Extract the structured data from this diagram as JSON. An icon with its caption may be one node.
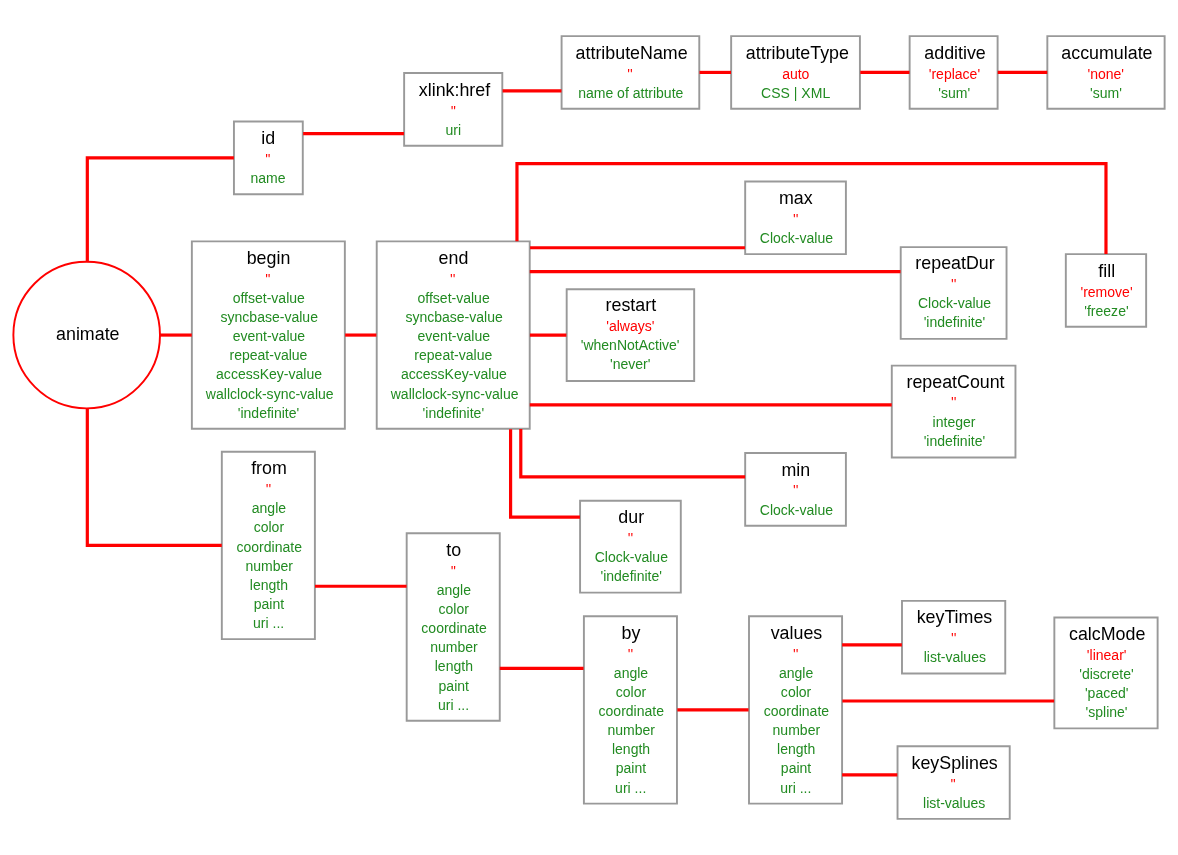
{
  "diagram": {
    "nodes": [
      {
        "text": [
          "animate"
        ]
      },
      {
        "text": [
          "id",
          "''",
          "name"
        ]
      },
      {
        "text": [
          "xlink:href",
          "''",
          "uri"
        ]
      },
      {
        "text": [
          "attributeName",
          "''",
          "name of attribute"
        ]
      },
      {
        "text": [
          "attributeType",
          "auto",
          "CSS | XML"
        ]
      },
      {
        "text": [
          "additive",
          "'replace'",
          "'sum'"
        ]
      },
      {
        "text": [
          "accumulate",
          "'none'",
          "'sum'"
        ]
      },
      {
        "text": [
          "begin",
          "''",
          "offset-value",
          "syncbase-value",
          "event-value",
          "repeat-value",
          "accessKey-value",
          "wallclock-sync-value",
          "'indefinite'"
        ]
      },
      {
        "text": [
          "end",
          "''",
          "offset-value",
          "syncbase-value",
          "event-value",
          "repeat-value",
          "accessKey-value",
          "wallclock-sync-value",
          "'indefinite'"
        ]
      },
      {
        "text": [
          "dur",
          "''",
          "Clock-value",
          "'indefinite'"
        ]
      },
      {
        "text": [
          "min",
          "''",
          "Clock-value"
        ]
      },
      {
        "text": [
          "repeatCount",
          "''",
          "integer",
          "'indefinite'"
        ]
      },
      {
        "text": [
          "fill",
          "'remove'",
          "'freeze'"
        ]
      },
      {
        "text": [
          "restart",
          "'always'",
          "'whenNotActive'",
          "'never'"
        ]
      },
      {
        "text": [
          "max",
          "''",
          "Clock-value"
        ]
      },
      {
        "text": [
          "repeatDur",
          "''",
          "Clock-value",
          "'indefinite'"
        ]
      },
      {
        "text": [
          "from",
          "''",
          "angle",
          "color",
          "coordinate",
          "number",
          "length",
          "paint",
          "uri ..."
        ]
      },
      {
        "text": [
          "to",
          "''",
          "angle",
          "color",
          "coordinate",
          "number",
          "length",
          "paint",
          "uri ..."
        ]
      },
      {
        "text": [
          "by",
          "''",
          "angle",
          "color",
          "coordinate",
          "number",
          "length",
          "paint",
          "uri ..."
        ]
      },
      {
        "text": [
          "values",
          "''",
          "angle",
          "color",
          "coordinate",
          "number",
          "length",
          "paint",
          "uri ..."
        ]
      },
      {
        "text": [
          "keyTimes",
          "''",
          "list-values"
        ]
      },
      {
        "text": [
          "calcMode",
          "'linear'",
          "'discrete'",
          "'paced'",
          "'spline'"
        ]
      },
      {
        "text": [
          "keySplines",
          "''",
          "list-values"
        ]
      }
    ],
    "edges": [
      {
        "from": 0,
        "to": 1,
        "arrow": "none"
      },
      {
        "from": 1,
        "to": 2,
        "arrow": "none"
      },
      {
        "from": 2,
        "to": 3,
        "arrow": "none"
      },
      {
        "from": 3,
        "to": 4,
        "arrow": "none"
      },
      {
        "from": 4,
        "to": 5,
        "arrow": "none"
      },
      {
        "from": 5,
        "to": 6,
        "arrow": "none"
      },
      {
        "from": 0,
        "to": 7,
        "arrow": "none"
      },
      {
        "from": 7,
        "to": 8,
        "arrow": "none"
      },
      {
        "from": 8,
        "to": 9,
        "arrow": "none"
      },
      {
        "from": 8,
        "to": 13,
        "arrow": "none"
      },
      {
        "from": 8,
        "to": 10,
        "arrow": "none"
      },
      {
        "from": 8,
        "to": 14,
        "arrow": "none"
      },
      {
        "from": 8,
        "to": 11,
        "arrow": "none"
      },
      {
        "from": 8,
        "to": 15,
        "arrow": "none"
      },
      {
        "from": 8,
        "to": 12,
        "arrow": "none"
      },
      {
        "from": 0,
        "to": 16,
        "arrow": "none"
      },
      {
        "from": 16,
        "to": 17,
        "arrow": "none"
      },
      {
        "from": 17,
        "to": 18,
        "arrow": "none"
      },
      {
        "from": 18,
        "to": 19,
        "arrow": "none"
      },
      {
        "from": 19,
        "to": 20,
        "arrow": "none"
      },
      {
        "from": 19,
        "to": 22,
        "arrow": "none"
      },
      {
        "from": 19,
        "to": 21,
        "arrow": "none"
      }
    ]
  }
}
